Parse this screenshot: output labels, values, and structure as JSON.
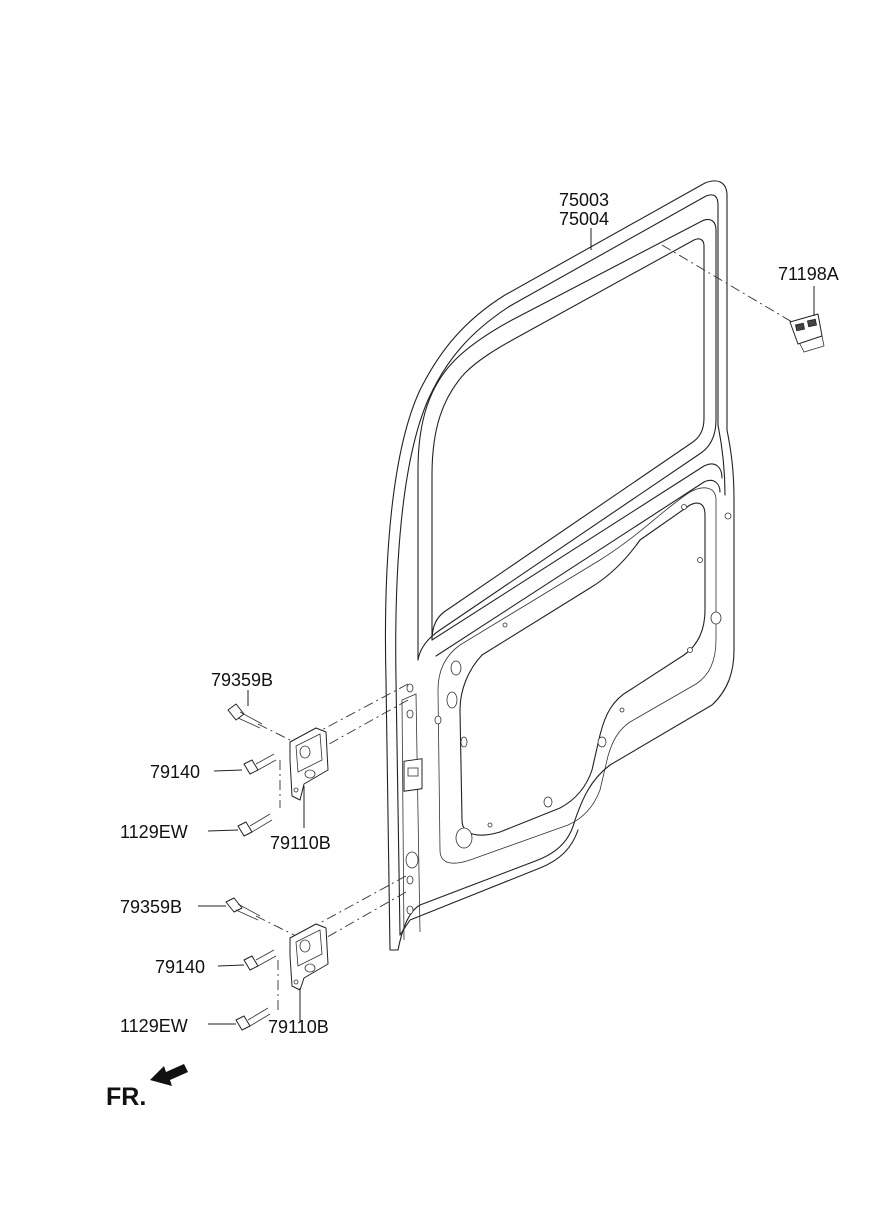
{
  "labels": {
    "door_panel_a": "75003",
    "door_panel_b": "75004",
    "clip": "71198A",
    "upper_bolt_a": "79359B",
    "upper_bolt_b": "79140",
    "upper_bolt_c": "1129EW",
    "upper_hinge": "79110B",
    "lower_bolt_a": "79359B",
    "lower_bolt_b": "79140",
    "lower_bolt_c": "1129EW",
    "lower_hinge": "79110B"
  },
  "front_indicator": "FR."
}
